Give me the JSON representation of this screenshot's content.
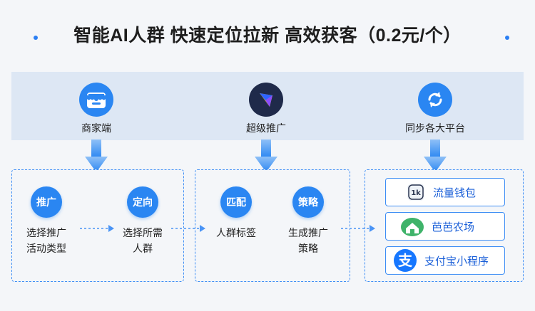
{
  "title": "智能AI人群 快速定位拉新 高效获客（0.2元/个）",
  "sources": [
    {
      "label": "商家端",
      "icon": "store-icon"
    },
    {
      "label": "超级推广",
      "icon": "super-promo-icon"
    },
    {
      "label": "同步各大平台",
      "icon": "sync-icon"
    }
  ],
  "steps": [
    {
      "icon_text": "推广",
      "text": "选择推广\n活动类型"
    },
    {
      "icon_text": "定向",
      "text": "选择所需\n人群"
    },
    {
      "icon_text": "匹配",
      "text": "人群标签"
    },
    {
      "icon_text": "策略",
      "text": "生成推广\n策略"
    }
  ],
  "platforms": [
    {
      "label": "流量钱包",
      "icon": "wallet-icon"
    },
    {
      "label": "芭芭农场",
      "icon": "farm-icon"
    },
    {
      "label": "支付宝小程序",
      "icon": "alipay-icon"
    }
  ],
  "colors": {
    "accent": "#2a86f2",
    "band": "#dde7f4",
    "text_blue": "#1a5fd8"
  }
}
